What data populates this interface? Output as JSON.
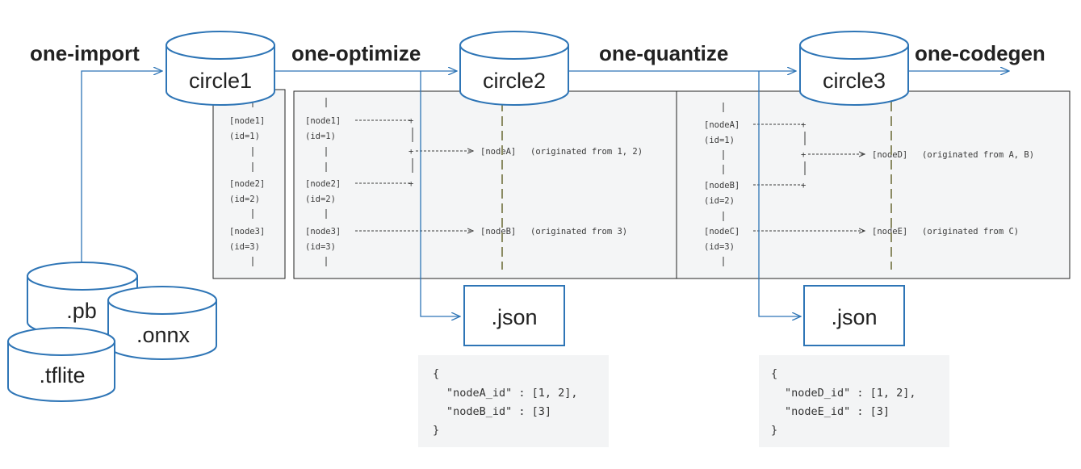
{
  "stages": {
    "import": "one-import",
    "optimize": "one-optimize",
    "quantize": "one-quantize",
    "codegen": "one-codegen"
  },
  "models": {
    "circle1": "circle1",
    "circle2": "circle2",
    "circle3": "circle3"
  },
  "inputs": {
    "pb": ".pb",
    "onnx": ".onnx",
    "tflite": ".tflite"
  },
  "outputs": {
    "json_optimize": ".json",
    "json_quantize": ".json"
  },
  "trace1": {
    "node1": "[node1]",
    "id1": "(id=1)",
    "node2": "[node2]",
    "id2": "(id=2)",
    "node3": "[node3]",
    "id3": "(id=3)",
    "bar": "|"
  },
  "trace2": {
    "node1": "[node1]",
    "id1": "(id=1)",
    "node2": "[node2]",
    "id2": "(id=2)",
    "node3": "[node3]",
    "id3": "(id=3)",
    "nodeA": "[nodeA]",
    "nodeA_origin": "(originated from 1, 2)",
    "nodeB": "[nodeB]",
    "nodeB_origin": "(originated from 3)"
  },
  "trace3": {
    "nodeA": "[nodeA]",
    "id1": "(id=1)",
    "nodeB": "[nodeB]",
    "id2": "(id=2)",
    "nodeC": "[nodeC]",
    "id3": "(id=3)",
    "nodeD": "[nodeD]",
    "nodeD_origin": "(originated from A, B)",
    "nodeE": "[nodeE]",
    "nodeE_origin": "(originated from C)"
  },
  "code1": {
    "open": "{",
    "line1": "\"nodeA_id\" : [1, 2],",
    "line2": "\"nodeB_id\" : [3]",
    "close": "}"
  },
  "code2": {
    "open": "{",
    "line1": "\"nodeD_id\" : [1, 2],",
    "line2": "\"nodeE_id\" : [3]",
    "close": "}"
  },
  "colors": {
    "accent": "#2e75b6",
    "trace_line": "#8b8b63",
    "panel": "#f4f5f6"
  }
}
